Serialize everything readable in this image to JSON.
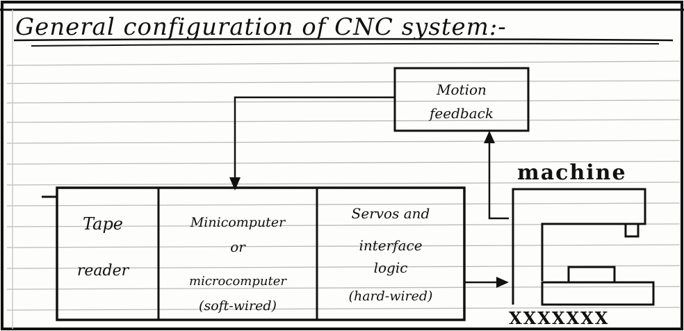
{
  "title": "General configuration of CNC system:-",
  "blocks": {
    "motion_feedback": [
      "Motion",
      "feedback"
    ],
    "tape_reader": [
      "Tape",
      "reader"
    ],
    "computer": [
      "Minicomputer",
      "or",
      "microcomputer",
      "(soft-wired)"
    ],
    "servos": [
      "Servos and",
      "interface",
      "logic",
      "(hard-wired)"
    ]
  },
  "machine_label": "machine",
  "machine_base_marks": "XXXXXXX",
  "colors": {
    "ink": "#111111",
    "paper": "#fdfdfb",
    "rule": "#b9b9b9"
  }
}
